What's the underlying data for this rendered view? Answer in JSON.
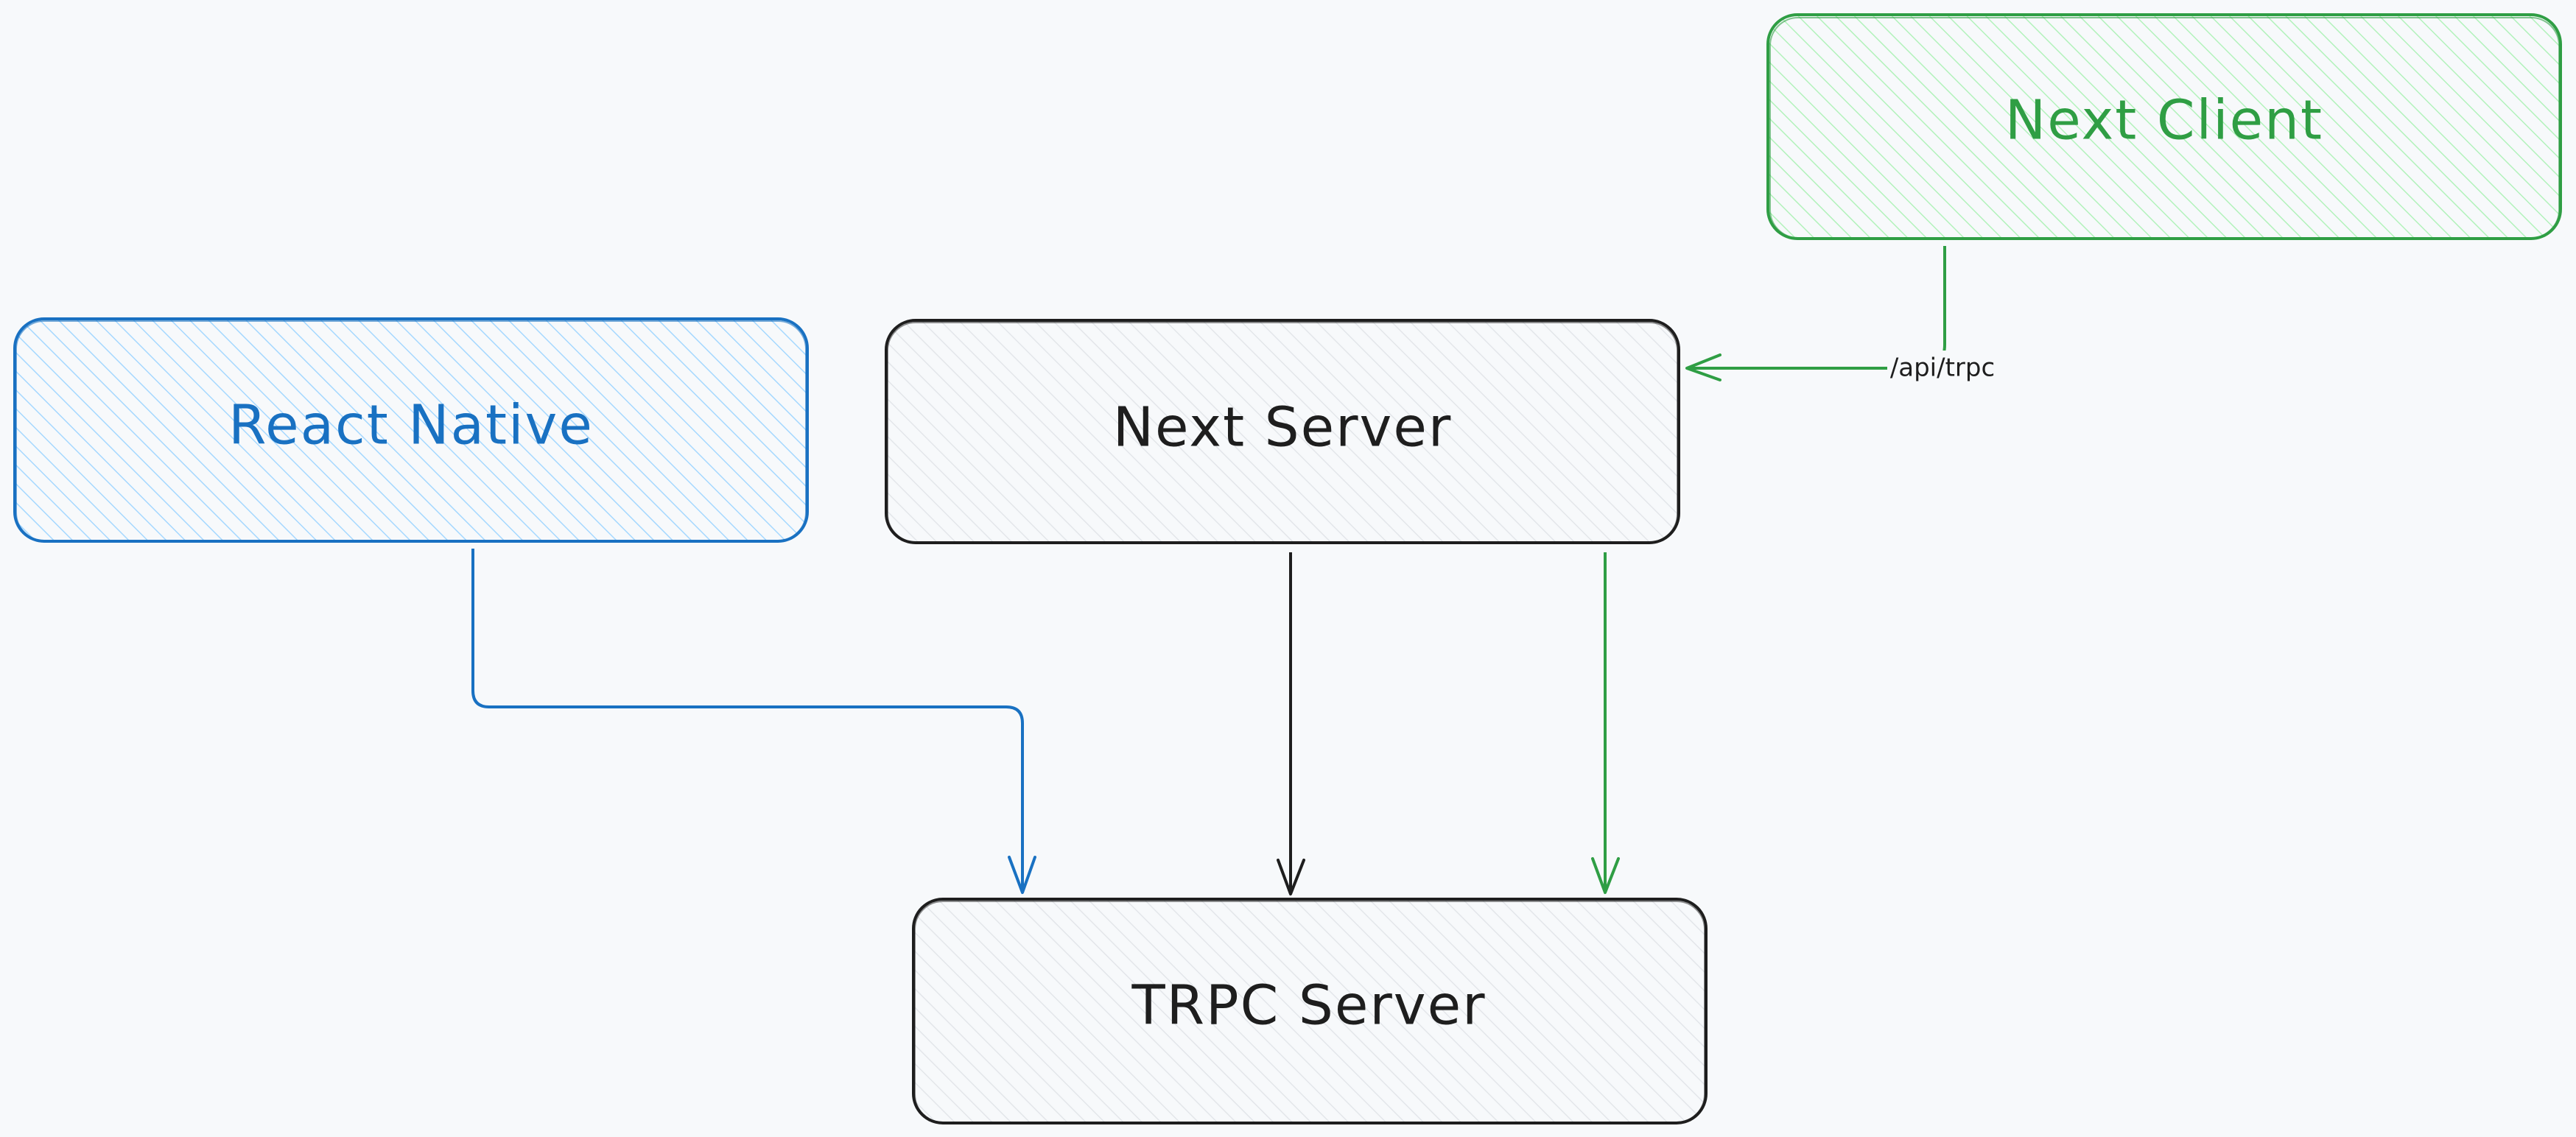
{
  "nodes": {
    "next_client": {
      "label": "Next Client",
      "stroke": "#2f9e44",
      "fill": "#b2f2bb"
    },
    "react_native": {
      "label": "React Native",
      "stroke": "#1971c2",
      "fill": "#a5d8ff"
    },
    "next_server": {
      "label": "Next Server",
      "stroke": "#1e1e1e",
      "fill": "#e9ecef"
    },
    "trpc_server": {
      "label": "TRPC Server",
      "stroke": "#1e1e1e",
      "fill": "#e9ecef"
    }
  },
  "edges": {
    "client_to_next_server": {
      "label": "/api/trpc",
      "from": "Next Client",
      "to": "Next Server",
      "color": "#2f9e44"
    },
    "react_native_to_trpc": {
      "from": "React Native",
      "to": "TRPC Server",
      "color": "#1971c2"
    },
    "next_server_to_trpc": {
      "from": "Next Server",
      "to": "TRPC Server",
      "color": "#1e1e1e"
    },
    "next_server_to_trpc_green": {
      "from": "Next Server",
      "to": "TRPC Server",
      "color": "#2f9e44"
    }
  },
  "colors": {
    "background": "#f7f9fb"
  }
}
